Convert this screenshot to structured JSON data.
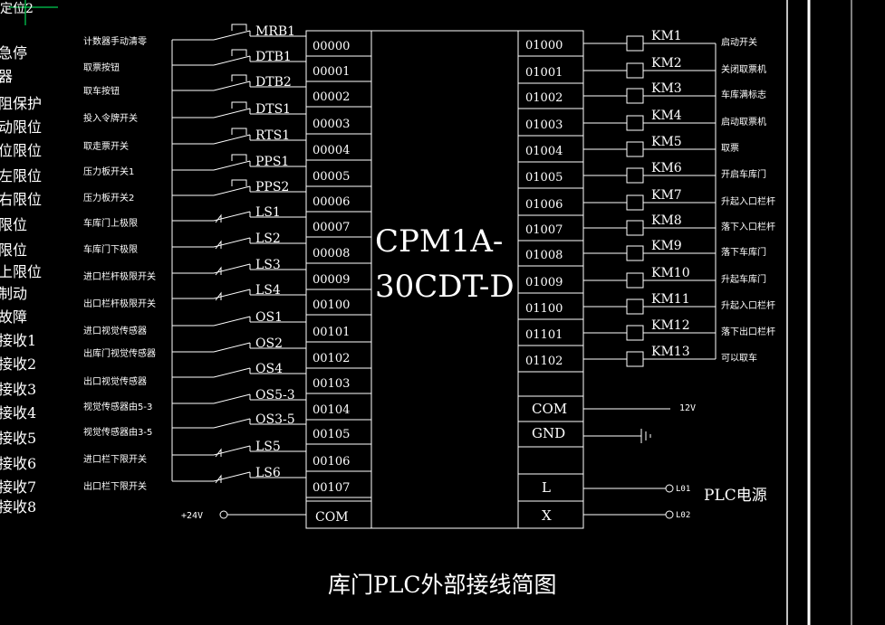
{
  "corner_label": "定位2",
  "left_edge_labels": [
    "急停",
    "器",
    "阻保护",
    "动限位",
    "位限位",
    "左限位",
    "右限位",
    "限位",
    "限位",
    "上限位",
    "制动",
    "故障",
    "接收1",
    "接收2",
    "接收3",
    "接收4",
    "接收5",
    "接收6",
    "接收7",
    "接收8"
  ],
  "plc_model_line1": "CPM1A-",
  "plc_model_line2": "30CDT-D",
  "inputs": [
    {
      "device": "MRB1",
      "address": "00000",
      "desc": "计数器手动清零",
      "kind": "pb"
    },
    {
      "device": "DTB1",
      "address": "00001",
      "desc": "取票按钮",
      "kind": "pb"
    },
    {
      "device": "DTB2",
      "address": "00002",
      "desc": "取车按钮",
      "kind": "pb"
    },
    {
      "device": "DTS1",
      "address": "00003",
      "desc": "投入令牌开关",
      "kind": "pb"
    },
    {
      "device": "RTS1",
      "address": "00004",
      "desc": "取走票开关",
      "kind": "pb"
    },
    {
      "device": "PPS1",
      "address": "00005",
      "desc": "压力板开关1",
      "kind": "pb"
    },
    {
      "device": "PPS2",
      "address": "00006",
      "desc": "压力板开关2",
      "kind": "pb"
    },
    {
      "device": "LS1",
      "address": "00007",
      "desc": "车库门上极限",
      "kind": "ls"
    },
    {
      "device": "LS2",
      "address": "00008",
      "desc": "车库门下极限",
      "kind": "ls"
    },
    {
      "device": "LS3",
      "address": "00009",
      "desc": "进口栏杆极限开关",
      "kind": "ls"
    },
    {
      "device": "LS4",
      "address": "00100",
      "desc": "出口栏杆极限开关",
      "kind": "ls"
    },
    {
      "device": "OS1",
      "address": "00101",
      "desc": "进口视觉传感器",
      "kind": "no"
    },
    {
      "device": "OS2",
      "address": "00102",
      "desc": "出库门视觉传感器",
      "kind": "no"
    },
    {
      "device": "OS4",
      "address": "00103",
      "desc": "出口视觉传感器",
      "kind": "no"
    },
    {
      "device": "OS5-3",
      "address": "00104",
      "desc": "视觉传感器由5-3",
      "kind": "no"
    },
    {
      "device": "OS3-5",
      "address": "00105",
      "desc": "视觉传感器由3-5",
      "kind": "no"
    },
    {
      "device": "LS5",
      "address": "00106",
      "desc": "进口栏下限开关",
      "kind": "ls"
    },
    {
      "device": "LS6",
      "address": "00107",
      "desc": "出口栏下限开关",
      "kind": "ls"
    }
  ],
  "input_common": {
    "address": "COM",
    "voltage": "+24V"
  },
  "outputs": [
    {
      "address": "01000",
      "coil": "KM1",
      "desc": "启动开关"
    },
    {
      "address": "01001",
      "coil": "KM2",
      "desc": "关闭取票机"
    },
    {
      "address": "01002",
      "coil": "KM3",
      "desc": "车库满标志"
    },
    {
      "address": "01003",
      "coil": "KM4",
      "desc": "启动取票机"
    },
    {
      "address": "01004",
      "coil": "KM5",
      "desc": "取票"
    },
    {
      "address": "01005",
      "coil": "KM6",
      "desc": "开启车库门"
    },
    {
      "address": "01006",
      "coil": "KM7",
      "desc": "升起入口栏杆"
    },
    {
      "address": "01007",
      "coil": "KM8",
      "desc": "落下入口栏杆"
    },
    {
      "address": "01008",
      "coil": "KM9",
      "desc": "落下车库门"
    },
    {
      "address": "01009",
      "coil": "KM10",
      "desc": "升起车库门"
    },
    {
      "address": "01100",
      "coil": "KM11",
      "desc": "升起入口栏杆"
    },
    {
      "address": "01101",
      "coil": "KM12",
      "desc": "落下出口栏杆"
    },
    {
      "address": "01102",
      "coil": "KM13",
      "desc": "可以取车"
    }
  ],
  "com_label": "COM",
  "com_voltage": "12V",
  "gnd_label": "GND",
  "l_label": "L",
  "x_label": "X",
  "l_terminal": "L01",
  "x_terminal": "L02",
  "power_label": "PLC电源",
  "title": "库门PLC外部接线简图",
  "colors": {
    "background": "#000000",
    "line": "#ffffff",
    "accent": "#00ff66"
  }
}
